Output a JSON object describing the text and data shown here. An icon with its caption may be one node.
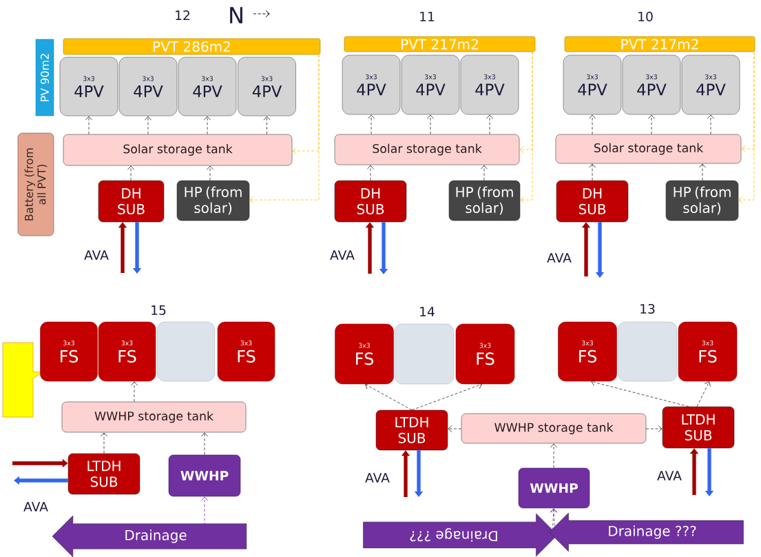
{
  "diagram": {
    "nodes": [
      {
        "text": [
          "PV 90m2"
        ]
      },
      {
        "text": [
          "PVT 286m2"
        ]
      },
      {
        "text": [
          "3x3",
          "4PV"
        ]
      },
      {
        "text": [
          "3x3",
          "4PV"
        ]
      },
      {
        "text": [
          "3x3",
          "4PV"
        ]
      },
      {
        "text": [
          "3x3",
          "4PV"
        ]
      },
      {
        "text": [
          "Battery (from all PVT)"
        ]
      },
      {
        "text": [
          "Solar storage tank"
        ]
      },
      {
        "text": [
          "DH SUB"
        ]
      },
      {
        "text": [
          "HP (from solar)"
        ]
      },
      {
        "text": [
          "PVT 217m2"
        ]
      },
      {
        "text": [
          "3x3",
          "4PV"
        ]
      },
      {
        "text": [
          "3x3",
          "4PV"
        ]
      },
      {
        "text": [
          "3x3",
          "4PV"
        ]
      },
      {
        "text": [
          "Solar storage tank"
        ]
      },
      {
        "text": [
          "DH SUB"
        ]
      },
      {
        "text": [
          "HP (from solar)"
        ]
      },
      {
        "text": [
          "PVT 217m2"
        ]
      },
      {
        "text": [
          "3x3",
          "4PV"
        ]
      },
      {
        "text": [
          "3x3",
          "4PV"
        ]
      },
      {
        "text": [
          "3x3",
          "4PV"
        ]
      },
      {
        "text": [
          "Solar storage tank"
        ]
      },
      {
        "text": [
          "DH SUB"
        ]
      },
      {
        "text": [
          "HP (from solar)"
        ]
      },
      {
        "text": [],
        "shape": "callout"
      },
      {
        "text": [
          "3x3",
          "FS"
        ]
      },
      {
        "text": [
          "3x3",
          "FS"
        ]
      },
      {
        "text": [],
        "shape": "box"
      },
      {
        "text": [
          "3x3",
          "FS"
        ]
      },
      {
        "text": [
          "WWHP storage tank"
        ]
      },
      {
        "text": [
          "LTDH SUB"
        ]
      },
      {
        "text": [
          "WWHP"
        ]
      },
      {
        "text": [
          "Drainage"
        ]
      },
      {
        "text": [
          "3x3",
          "FS"
        ]
      },
      {
        "text": [],
        "shape": "box"
      },
      {
        "text": [
          "3x3",
          "FS"
        ]
      },
      {
        "text": [
          "LTDH SUB"
        ]
      },
      {
        "text": [
          "WWHP storage tank"
        ]
      },
      {
        "text": [
          "WWHP"
        ]
      },
      {
        "text": [
          "Drainage ???"
        ]
      },
      {
        "text": [
          "3x3",
          "FS"
        ]
      },
      {
        "text": [],
        "shape": "box"
      },
      {
        "text": [
          "3x3",
          "FS"
        ]
      },
      {
        "text": [
          "LTDH SUB"
        ]
      },
      {
        "text": [
          "Drainage ???"
        ]
      }
    ],
    "edges": [
      {
        "from": 7,
        "to": 2,
        "arrow": "to",
        "style": "dashed"
      },
      {
        "from": 7,
        "to": 3,
        "arrow": "to",
        "style": "dashed"
      },
      {
        "from": 7,
        "to": 4,
        "arrow": "to",
        "style": "dashed"
      },
      {
        "from": 7,
        "to": 5,
        "arrow": "to",
        "style": "dashed"
      },
      {
        "from": 8,
        "to": 7,
        "arrow": "to",
        "style": "dashed"
      },
      {
        "from": 9,
        "to": 7,
        "arrow": "to",
        "style": "dashed"
      },
      {
        "from": 1,
        "to": 7,
        "arrow": "to",
        "style": "dashed",
        "color": "#ffc000"
      },
      {
        "from": 1,
        "to": 9,
        "arrow": "to",
        "style": "dashed",
        "color": "#ffc000"
      },
      {
        "from": null,
        "to": 8,
        "arrow": "to",
        "style": "thick",
        "color": "#a00000"
      },
      {
        "from": 8,
        "to": null,
        "arrow": "to",
        "style": "thick",
        "color": "#3366ee"
      },
      {
        "from": 14,
        "to": 11,
        "arrow": "to",
        "style": "dashed"
      },
      {
        "from": 14,
        "to": 12,
        "arrow": "to",
        "style": "dashed"
      },
      {
        "from": 14,
        "to": 13,
        "arrow": "to",
        "style": "dashed"
      },
      {
        "from": 15,
        "to": 14,
        "arrow": "to",
        "style": "dashed"
      },
      {
        "from": 16,
        "to": 14,
        "arrow": "to",
        "style": "dashed"
      },
      {
        "from": 10,
        "to": 14,
        "arrow": "to",
        "style": "dashed",
        "color": "#ffc000"
      },
      {
        "from": 10,
        "to": 16,
        "arrow": "to",
        "style": "dashed",
        "color": "#ffc000"
      },
      {
        "from": null,
        "to": 15,
        "arrow": "to",
        "style": "thick",
        "color": "#a00000"
      },
      {
        "from": 15,
        "to": null,
        "arrow": "to",
        "style": "thick",
        "color": "#3366ee"
      },
      {
        "from": 21,
        "to": 18,
        "arrow": "to",
        "style": "dashed"
      },
      {
        "from": 21,
        "to": 19,
        "arrow": "to",
        "style": "dashed"
      },
      {
        "from": 21,
        "to": 20,
        "arrow": "to",
        "style": "dashed"
      },
      {
        "from": 22,
        "to": 21,
        "arrow": "to",
        "style": "dashed"
      },
      {
        "from": 23,
        "to": 21,
        "arrow": "to",
        "style": "dashed"
      },
      {
        "from": 17,
        "to": 21,
        "arrow": "to",
        "style": "dashed",
        "color": "#ffc000"
      },
      {
        "from": 17,
        "to": 23,
        "arrow": "to",
        "style": "dashed",
        "color": "#ffc000"
      },
      {
        "from": null,
        "to": 22,
        "arrow": "to",
        "style": "thick",
        "color": "#a00000"
      },
      {
        "from": 22,
        "to": null,
        "arrow": "to",
        "style": "thick",
        "color": "#3366ee"
      },
      {
        "from": 29,
        "to": 26,
        "arrow": "to",
        "style": "dashed"
      },
      {
        "from": 30,
        "to": 29,
        "arrow": "to",
        "style": "dashed"
      },
      {
        "from": 31,
        "to": 29,
        "arrow": "to",
        "style": "dashed"
      },
      {
        "from": 32,
        "to": 31,
        "arrow": "to",
        "style": "dashed",
        "color": "#7030a0"
      },
      {
        "from": null,
        "to": 30,
        "arrow": "to",
        "style": "thick",
        "color": "#a00000"
      },
      {
        "from": 30,
        "to": null,
        "arrow": "to",
        "style": "thick",
        "color": "#3366ee"
      },
      {
        "from": 36,
        "to": 33,
        "arrow": "to",
        "style": "dashed"
      },
      {
        "from": 36,
        "to": 35,
        "arrow": "to",
        "style": "dashed"
      },
      {
        "from": 37,
        "to": 36,
        "arrow": "to",
        "style": "dashed"
      },
      {
        "from": 37,
        "to": 43,
        "arrow": "to",
        "style": "dashed"
      },
      {
        "from": 38,
        "to": 37,
        "arrow": "to",
        "style": "dashed"
      },
      {
        "from": 39,
        "to": 38,
        "arrow": "to",
        "style": "dashed",
        "color": "#7030a0"
      },
      {
        "from": 44,
        "to": 38,
        "arrow": "to",
        "style": "dashed",
        "color": "#7030a0"
      },
      {
        "from": null,
        "to": 36,
        "arrow": "to",
        "style": "thick",
        "color": "#a00000"
      },
      {
        "from": 36,
        "to": null,
        "arrow": "to",
        "style": "thick",
        "color": "#3366ee"
      },
      {
        "from": 43,
        "to": 40,
        "arrow": "to",
        "style": "dashed"
      },
      {
        "from": 43,
        "to": 42,
        "arrow": "to",
        "style": "dashed"
      },
      {
        "from": null,
        "to": 43,
        "arrow": "to",
        "style": "thick",
        "color": "#a00000"
      },
      {
        "from": 43,
        "to": null,
        "arrow": "to",
        "style": "thick",
        "color": "#3366ee"
      }
    ],
    "labels": [
      "12",
      "N",
      "11",
      "10",
      "AVA",
      "AVA",
      "AVA",
      "15",
      "14",
      "13",
      "AVA",
      "AVA",
      "AVA"
    ]
  }
}
